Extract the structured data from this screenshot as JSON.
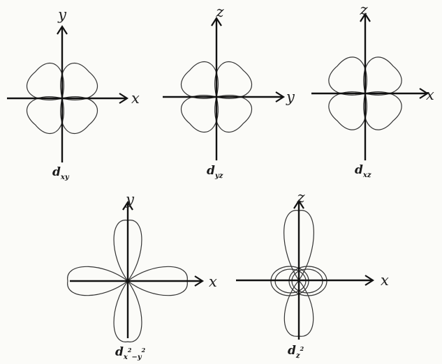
{
  "orbitals": [
    {
      "name": "dxy",
      "label": {
        "main": "d",
        "parts": [
          {
            "text": "xy",
            "role": "sub"
          }
        ]
      },
      "axes": {
        "horizontal": "x",
        "vertical": "y"
      }
    },
    {
      "name": "dyz",
      "label": {
        "main": "d",
        "parts": [
          {
            "text": "yz",
            "role": "sub"
          }
        ]
      },
      "axes": {
        "horizontal": "y",
        "vertical": "z"
      }
    },
    {
      "name": "dxz",
      "label": {
        "main": "d",
        "parts": [
          {
            "text": "xz",
            "role": "sub"
          }
        ]
      },
      "axes": {
        "horizontal": "x",
        "vertical": "z"
      }
    },
    {
      "name": "dx2-y2",
      "label": {
        "main": "d",
        "parts": [
          {
            "text": "x",
            "role": "sub"
          },
          {
            "text": "2",
            "role": "sup"
          },
          {
            "text": "−y",
            "role": "sub"
          },
          {
            "text": "2",
            "role": "sup"
          }
        ]
      },
      "axes": {
        "horizontal": "x",
        "vertical": "y"
      }
    },
    {
      "name": "dz2",
      "label": {
        "main": "d",
        "parts": [
          {
            "text": "z",
            "role": "sub"
          },
          {
            "text": "2",
            "role": "sup"
          }
        ]
      },
      "axes": {
        "horizontal": "x",
        "vertical": "z"
      }
    }
  ]
}
